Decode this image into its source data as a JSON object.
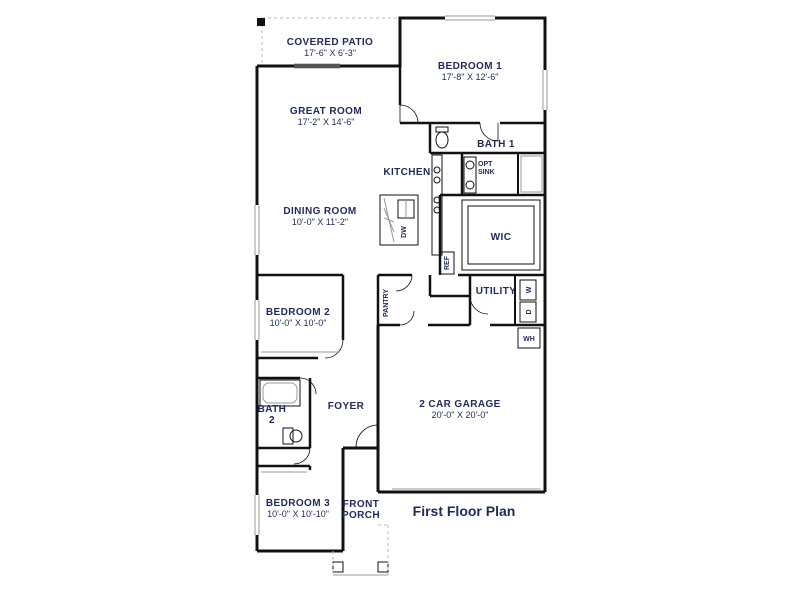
{
  "plan_title": "First Floor Plan",
  "rooms": {
    "covered_patio": {
      "name": "COVERED PATIO",
      "size": "17'-6\" X 6'-3\""
    },
    "bedroom_1": {
      "name": "BEDROOM 1",
      "size": "17'-8\" X 12'-6\""
    },
    "great_room": {
      "name": "GREAT ROOM",
      "size": "17'-2\" X 14'-6\""
    },
    "bath_1": {
      "name": "BATH 1"
    },
    "kitchen": {
      "name": "KITCHEN"
    },
    "dining_room": {
      "name": "DINING ROOM",
      "size": "10'-0\" X 11'-2\""
    },
    "wic": {
      "name": "WIC"
    },
    "utility": {
      "name": "UTILITY"
    },
    "pantry": {
      "name": "PANTRY"
    },
    "bedroom_2": {
      "name": "BEDROOM 2",
      "size": "10'-0\" X 10'-0\""
    },
    "garage": {
      "name": "2 CAR GARAGE",
      "size": "20'-0\" X 20'-0\""
    },
    "bath_2": {
      "name_line1": "BATH",
      "name_line2": "2"
    },
    "foyer": {
      "name": "FOYER"
    },
    "bedroom_3": {
      "name": "BEDROOM 3",
      "size": "10'-0\" X 10'-10\""
    },
    "front_porch": {
      "name_line1": "FRONT",
      "name_line2": "PORCH"
    }
  },
  "fixtures": {
    "opt_sink_line1": "OPT",
    "opt_sink_line2": "SINK",
    "dishwasher": "DW",
    "refrigerator": "REF",
    "washer": "W",
    "dryer": "D",
    "water_heater": "WH"
  },
  "colors": {
    "label": "#1f2a5a",
    "wall": "#111111"
  }
}
